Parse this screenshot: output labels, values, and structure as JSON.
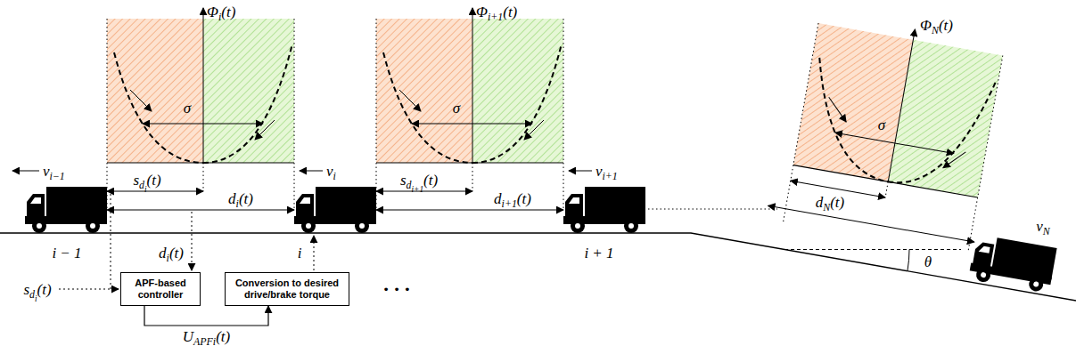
{
  "diagram": {
    "nodes": [
      {
        "text": [
          "APF-based controller"
        ]
      },
      {
        "text": [
          "Conversion to desired drive/brake torque"
        ]
      }
    ],
    "edges": [
      {
        "from": 0,
        "to": 1,
        "arrow": "to",
        "label": "UAPFi(t)"
      }
    ],
    "labels": [
      "Φi(t)",
      "σ",
      "vi−1",
      "sdi(t)",
      "di(t)",
      "i − 1",
      "Φi+1(t)",
      "σ",
      "vi",
      "sdi+1(t)",
      "di+1(t)",
      "i",
      "vi+1",
      "i + 1",
      "ΦN(t)",
      "σ",
      "dN(t)",
      "vN",
      "θ",
      "di(t)",
      "sdi(t)",
      "• • •"
    ]
  }
}
